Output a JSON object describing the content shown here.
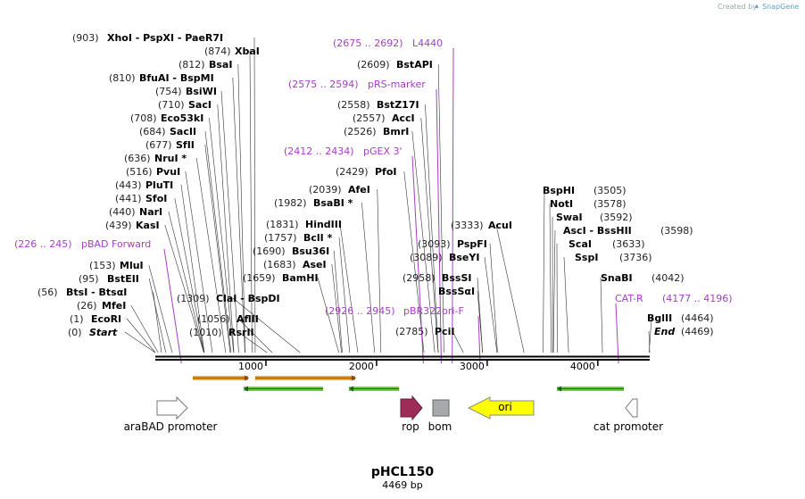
{
  "credit": {
    "prefix": "Created by",
    "brand": "SnapGene"
  },
  "plasmid": {
    "name": "pHCL150",
    "length_label": "4469 bp",
    "length": 4469
  },
  "ruler": {
    "ticks": [
      {
        "label": "1000",
        "pos": 1000
      },
      {
        "label": "2000",
        "pos": 2000
      },
      {
        "label": "3000",
        "pos": 3000
      },
      {
        "label": "4000",
        "pos": 4000
      }
    ]
  },
  "enzymes": [
    {
      "pos_label": "(903)",
      "names": "XhoI  - PspXI  - PaeR7I",
      "site": 903
    },
    {
      "pos_label": "(874)",
      "names": "XbaI",
      "site": 874
    },
    {
      "pos_label": "(812)",
      "names": "BsaI",
      "site": 812
    },
    {
      "pos_label": "(810)",
      "names": "BfuAI  - BspMI",
      "site": 810
    },
    {
      "pos_label": "(754)",
      "names": "BsiWI",
      "site": 754
    },
    {
      "pos_label": "(710)",
      "names": "SacI",
      "site": 710
    },
    {
      "pos_label": "(708)",
      "names": "Eco53kI",
      "site": 708
    },
    {
      "pos_label": "(684)",
      "names": "SacII",
      "site": 684
    },
    {
      "pos_label": "(677)",
      "names": "SfII",
      "site": 677
    },
    {
      "pos_label": "(636)",
      "names": "NruI *",
      "site": 636
    },
    {
      "pos_label": "(516)",
      "names": "PvuI",
      "site": 516
    },
    {
      "pos_label": "(443)",
      "names": "PluTI",
      "site": 443
    },
    {
      "pos_label": "(441)",
      "names": "SfoI",
      "site": 441
    },
    {
      "pos_label": "(440)",
      "names": "NarI",
      "site": 440
    },
    {
      "pos_label": "(439)",
      "names": "KasI",
      "site": 439
    },
    {
      "pos_label": "(153)",
      "names": "MluI",
      "site": 153
    },
    {
      "pos_label": "(95)",
      "names": "BstEII",
      "site": 95
    },
    {
      "pos_label": "(56)",
      "names": "BtsI  - BtsαI",
      "site": 56
    },
    {
      "pos_label": "(26)",
      "names": "MfeI",
      "site": 26
    },
    {
      "pos_label": "(1)",
      "names": "EcoRI",
      "site": 1
    },
    {
      "pos_label": "(0)",
      "names": "Start",
      "site": 0,
      "italic": true
    },
    {
      "pos_label": "(1309)",
      "names": "ClaI  - BspDI",
      "site": 1309
    },
    {
      "pos_label": "(1056)",
      "names": "AflII",
      "site": 1056
    },
    {
      "pos_label": "(1010)",
      "names": "RsrII",
      "site": 1010
    },
    {
      "pos_label": "(2609)",
      "names": "BstAPI",
      "site": 2609
    },
    {
      "pos_label": "(2558)",
      "names": "BstZ17I",
      "site": 2558
    },
    {
      "pos_label": "(2557)",
      "names": "AccI",
      "site": 2557
    },
    {
      "pos_label": "(2526)",
      "names": "BmrI",
      "site": 2526
    },
    {
      "pos_label": "(2429)",
      "names": "PfoI",
      "site": 2429
    },
    {
      "pos_label": "(2039)",
      "names": "AfeI",
      "site": 2039
    },
    {
      "pos_label": "(1982)",
      "names": "BsaBI *",
      "site": 1982
    },
    {
      "pos_label": "(1831)",
      "names": "HindIII",
      "site": 1831
    },
    {
      "pos_label": "(1757)",
      "names": "BclI *",
      "site": 1757
    },
    {
      "pos_label": "(1690)",
      "names": "Bsu36I",
      "site": 1690
    },
    {
      "pos_label": "(1683)",
      "names": "AseI",
      "site": 1683
    },
    {
      "pos_label": "(1659)",
      "names": "BamHI",
      "site": 1659
    },
    {
      "pos_label": "(3333)",
      "names": "AcuI",
      "site": 3333
    },
    {
      "pos_label": "(3093)",
      "names": "PspFI",
      "site": 3093
    },
    {
      "pos_label": "(3089)",
      "names": "BseYI",
      "site": 3089
    },
    {
      "pos_label": "(2958)",
      "names": "BssSI",
      "site": 2958
    },
    {
      "pos_label": "",
      "names": "BssSαI",
      "site": 2958
    },
    {
      "pos_label": "(2785)",
      "names": "PciI",
      "site": 2785
    },
    {
      "pos_label": "(3505)",
      "names": "BspHI",
      "site": 3505
    },
    {
      "pos_label": "(3578)",
      "names": "NotI",
      "site": 3578
    },
    {
      "pos_label": "(3592)",
      "names": "SwaI",
      "site": 3592
    },
    {
      "pos_label": "(3598)",
      "names": "AscI  - BssHII",
      "site": 3598
    },
    {
      "pos_label": "(3633)",
      "names": "ScaI",
      "site": 3633
    },
    {
      "pos_label": "(3736)",
      "names": "SspI",
      "site": 3736
    },
    {
      "pos_label": "(4042)",
      "names": "SnaBI",
      "site": 4042
    },
    {
      "pos_label": "(4464)",
      "names": "BglII",
      "site": 4464
    },
    {
      "pos_label": "(4469)",
      "names": "End",
      "site": 4469,
      "italic": true
    }
  ],
  "features": [
    {
      "range": "(2675 .. 2692)",
      "name": "L4440",
      "site": 2684
    },
    {
      "range": "(2575 .. 2594)",
      "name": "pRS-marker",
      "site": 2585
    },
    {
      "range": "(2412 .. 2434)",
      "name": "pGEX 3'",
      "site": 2423
    },
    {
      "range": "(226 .. 245)",
      "name": "pBAD Forward",
      "site": 236
    },
    {
      "range": "(2926 .. 2945)",
      "name": "pBR322ori-F",
      "site": 2936
    },
    {
      "range": "(4177 .. 4196)",
      "name": "CAT-R",
      "site": 4187
    }
  ],
  "map_features": [
    {
      "name": "araBAD promoter",
      "color": "#ffffff"
    },
    {
      "name": "rop",
      "color": "#9e2c5a"
    },
    {
      "name": "bom",
      "color": "#a8a9ad"
    },
    {
      "name": "ori",
      "color": "#ffff00"
    },
    {
      "name": "cat promoter",
      "color": "#ffffff"
    }
  ],
  "colors": {
    "primer_fwd": "#f5a623",
    "primer_rev": "#6ccf3c",
    "feature_text": "#a63ec4"
  }
}
